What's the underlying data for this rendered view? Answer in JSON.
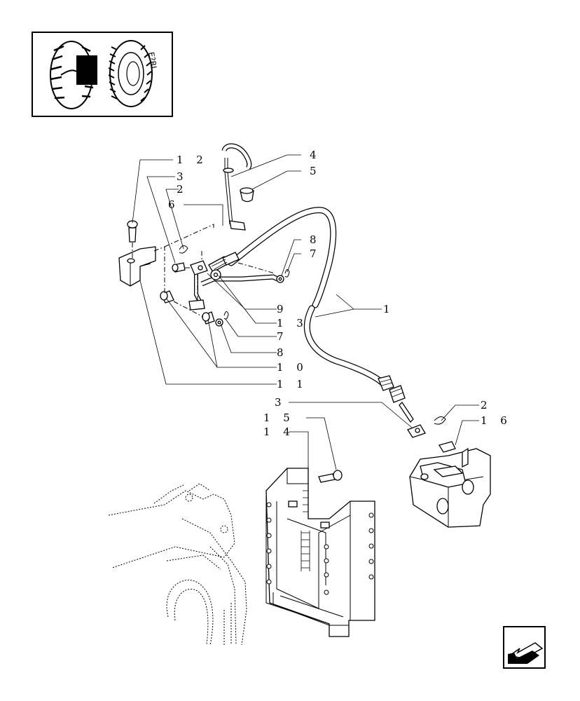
{
  "thumbnail": {
    "icon": "tractor-thumbnail-icon",
    "text": "E?RL"
  },
  "callouts": [
    {
      "id": "c12",
      "text": "1 2"
    },
    {
      "id": "c3a",
      "text": "3"
    },
    {
      "id": "c2a",
      "text": "2"
    },
    {
      "id": "c6",
      "text": "6"
    },
    {
      "id": "c4",
      "text": "4"
    },
    {
      "id": "c5",
      "text": "5"
    },
    {
      "id": "c8a",
      "text": "8"
    },
    {
      "id": "c7a",
      "text": "7"
    },
    {
      "id": "c1",
      "text": "1"
    },
    {
      "id": "c9",
      "text": "9"
    },
    {
      "id": "c13",
      "text": "1 3"
    },
    {
      "id": "c7b",
      "text": "7"
    },
    {
      "id": "c8b",
      "text": "8"
    },
    {
      "id": "c10",
      "text": "1 0"
    },
    {
      "id": "c11",
      "text": "1 1"
    },
    {
      "id": "c3b",
      "text": "3"
    },
    {
      "id": "c2b",
      "text": "2"
    },
    {
      "id": "c15",
      "text": "1 5"
    },
    {
      "id": "c16",
      "text": "1 6"
    },
    {
      "id": "c14",
      "text": "1 4"
    }
  ],
  "nav": {
    "icon": "arrow-back-icon"
  }
}
